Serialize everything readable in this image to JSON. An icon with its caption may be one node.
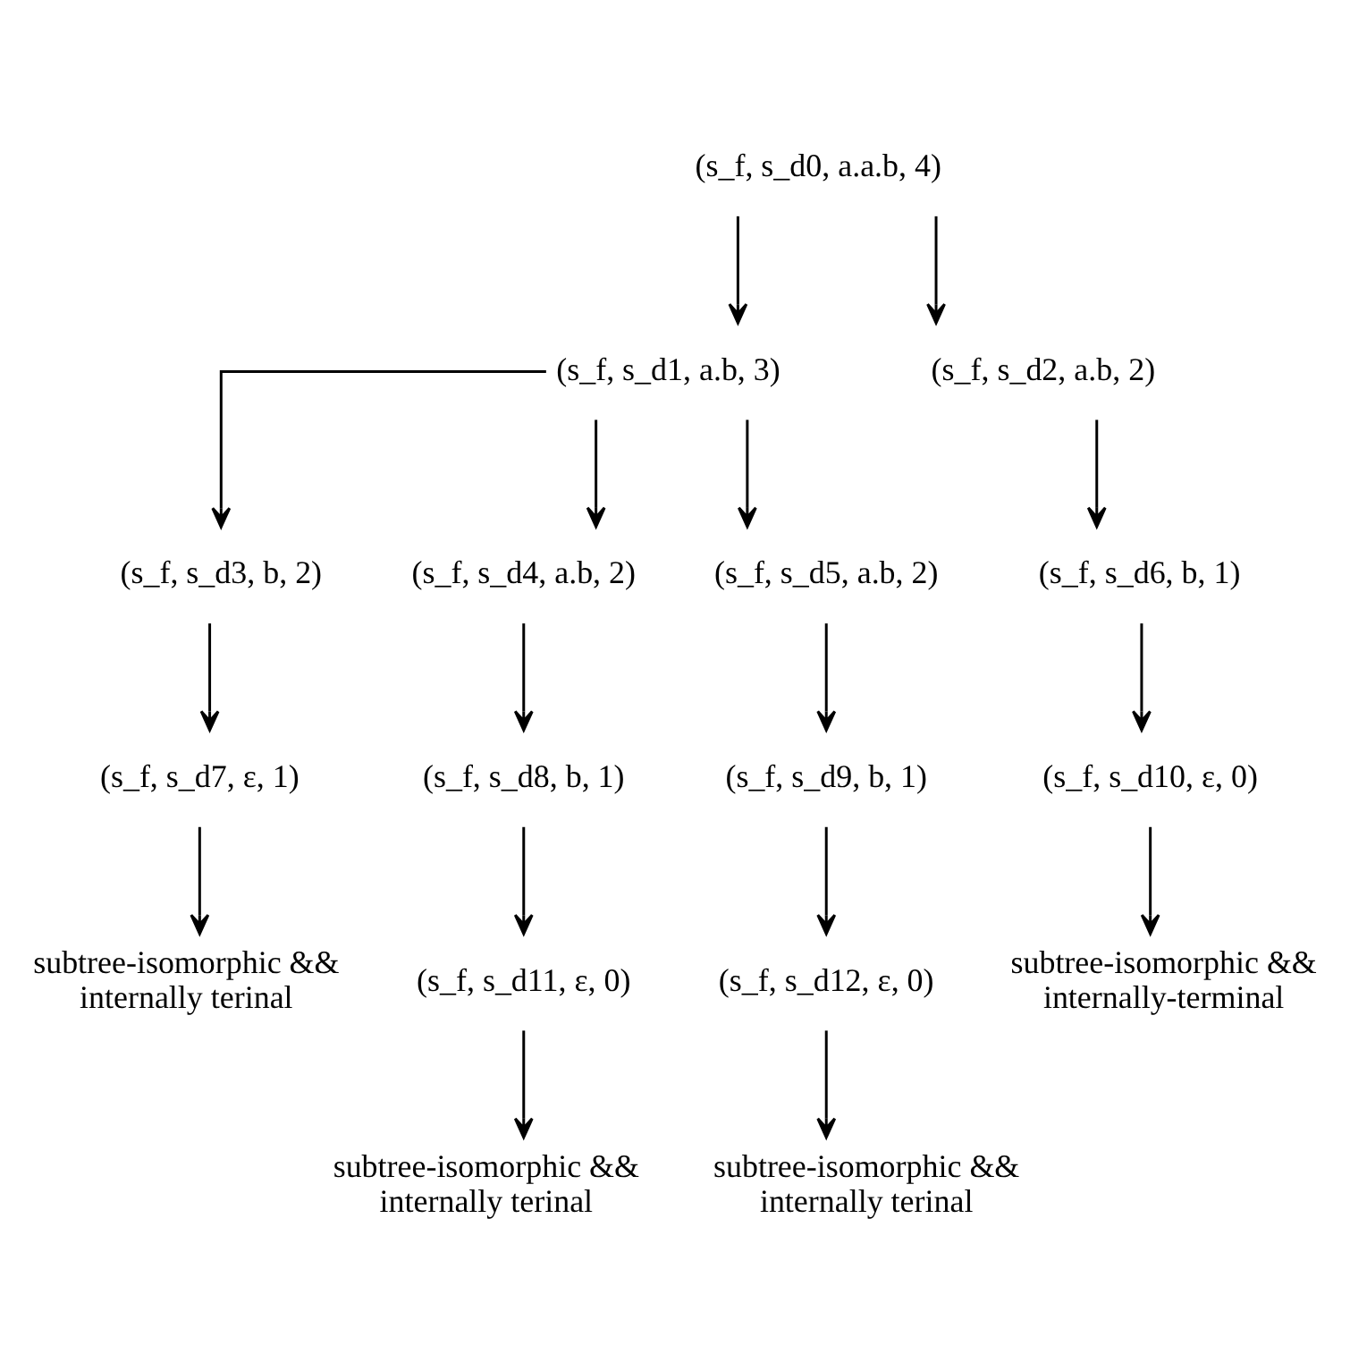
{
  "diagram": {
    "nodes": [
      {
        "text": [
          "(s_f, s_d0, a.a.b, 4)"
        ]
      },
      {
        "text": [
          "(s_f, s_d1, a.b, 3)"
        ]
      },
      {
        "text": [
          "(s_f, s_d2, a.b, 2)"
        ]
      },
      {
        "text": [
          "(s_f, s_d3, b, 2)"
        ]
      },
      {
        "text": [
          "(s_f, s_d4, a.b, 2)"
        ]
      },
      {
        "text": [
          "(s_f, s_d5, a.b, 2)"
        ]
      },
      {
        "text": [
          "(s_f, s_d6, b, 1)"
        ]
      },
      {
        "text": [
          "(s_f, s_d7, ε, 1)"
        ]
      },
      {
        "text": [
          "(s_f, s_d8, b, 1)"
        ]
      },
      {
        "text": [
          "(s_f, s_d9, b, 1)"
        ]
      },
      {
        "text": [
          "(s_f, s_d10, ε, 0)"
        ]
      },
      {
        "text": [
          "subtree-isomorphic && internally terinal"
        ]
      },
      {
        "text": [
          "(s_f, s_d11, ε, 0)"
        ]
      },
      {
        "text": [
          "(s_f, s_d12, ε, 0)"
        ]
      },
      {
        "text": [
          "subtree-isomorphic && internally-terminal"
        ]
      },
      {
        "text": [
          "subtree-isomorphic && internally terinal"
        ]
      },
      {
        "text": [
          "subtree-isomorphic && internally terinal"
        ]
      }
    ],
    "edges": [
      {
        "from": 0,
        "to": 1,
        "arrow": "to"
      },
      {
        "from": 0,
        "to": 2,
        "arrow": "to"
      },
      {
        "from": 1,
        "to": 3,
        "arrow": "to"
      },
      {
        "from": 1,
        "to": 4,
        "arrow": "to"
      },
      {
        "from": 1,
        "to": 5,
        "arrow": "to"
      },
      {
        "from": 2,
        "to": 6,
        "arrow": "to"
      },
      {
        "from": 3,
        "to": 7,
        "arrow": "to"
      },
      {
        "from": 4,
        "to": 8,
        "arrow": "to"
      },
      {
        "from": 5,
        "to": 9,
        "arrow": "to"
      },
      {
        "from": 6,
        "to": 10,
        "arrow": "to"
      },
      {
        "from": 7,
        "to": 11,
        "arrow": "to"
      },
      {
        "from": 8,
        "to": 12,
        "arrow": "to"
      },
      {
        "from": 9,
        "to": 13,
        "arrow": "to"
      },
      {
        "from": 10,
        "to": 14,
        "arrow": "to"
      },
      {
        "from": 12,
        "to": 15,
        "arrow": "to"
      },
      {
        "from": 13,
        "to": 16,
        "arrow": "to"
      }
    ]
  }
}
